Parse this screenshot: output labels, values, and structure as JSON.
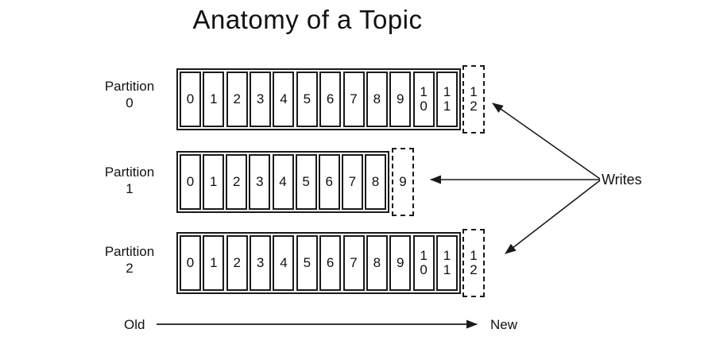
{
  "title": "Anatomy of a Topic",
  "colors": {
    "ink": "#1a1a1a",
    "background": "#ffffff"
  },
  "partitions": [
    {
      "label_line1": "Partition",
      "label_line2": "0",
      "cells": [
        "0",
        "1",
        "2",
        "3",
        "4",
        "5",
        "6",
        "7",
        "8",
        "9",
        "10",
        "11"
      ],
      "next_cell": "12"
    },
    {
      "label_line1": "Partition",
      "label_line2": "1",
      "cells": [
        "0",
        "1",
        "2",
        "3",
        "4",
        "5",
        "6",
        "7",
        "8"
      ],
      "next_cell": "9"
    },
    {
      "label_line1": "Partition",
      "label_line2": "2",
      "cells": [
        "0",
        "1",
        "2",
        "3",
        "4",
        "5",
        "6",
        "7",
        "8",
        "9",
        "10",
        "11"
      ],
      "next_cell": "12"
    }
  ],
  "writes_label": "Writes",
  "timeline": {
    "old_label": "Old",
    "new_label": "New"
  }
}
